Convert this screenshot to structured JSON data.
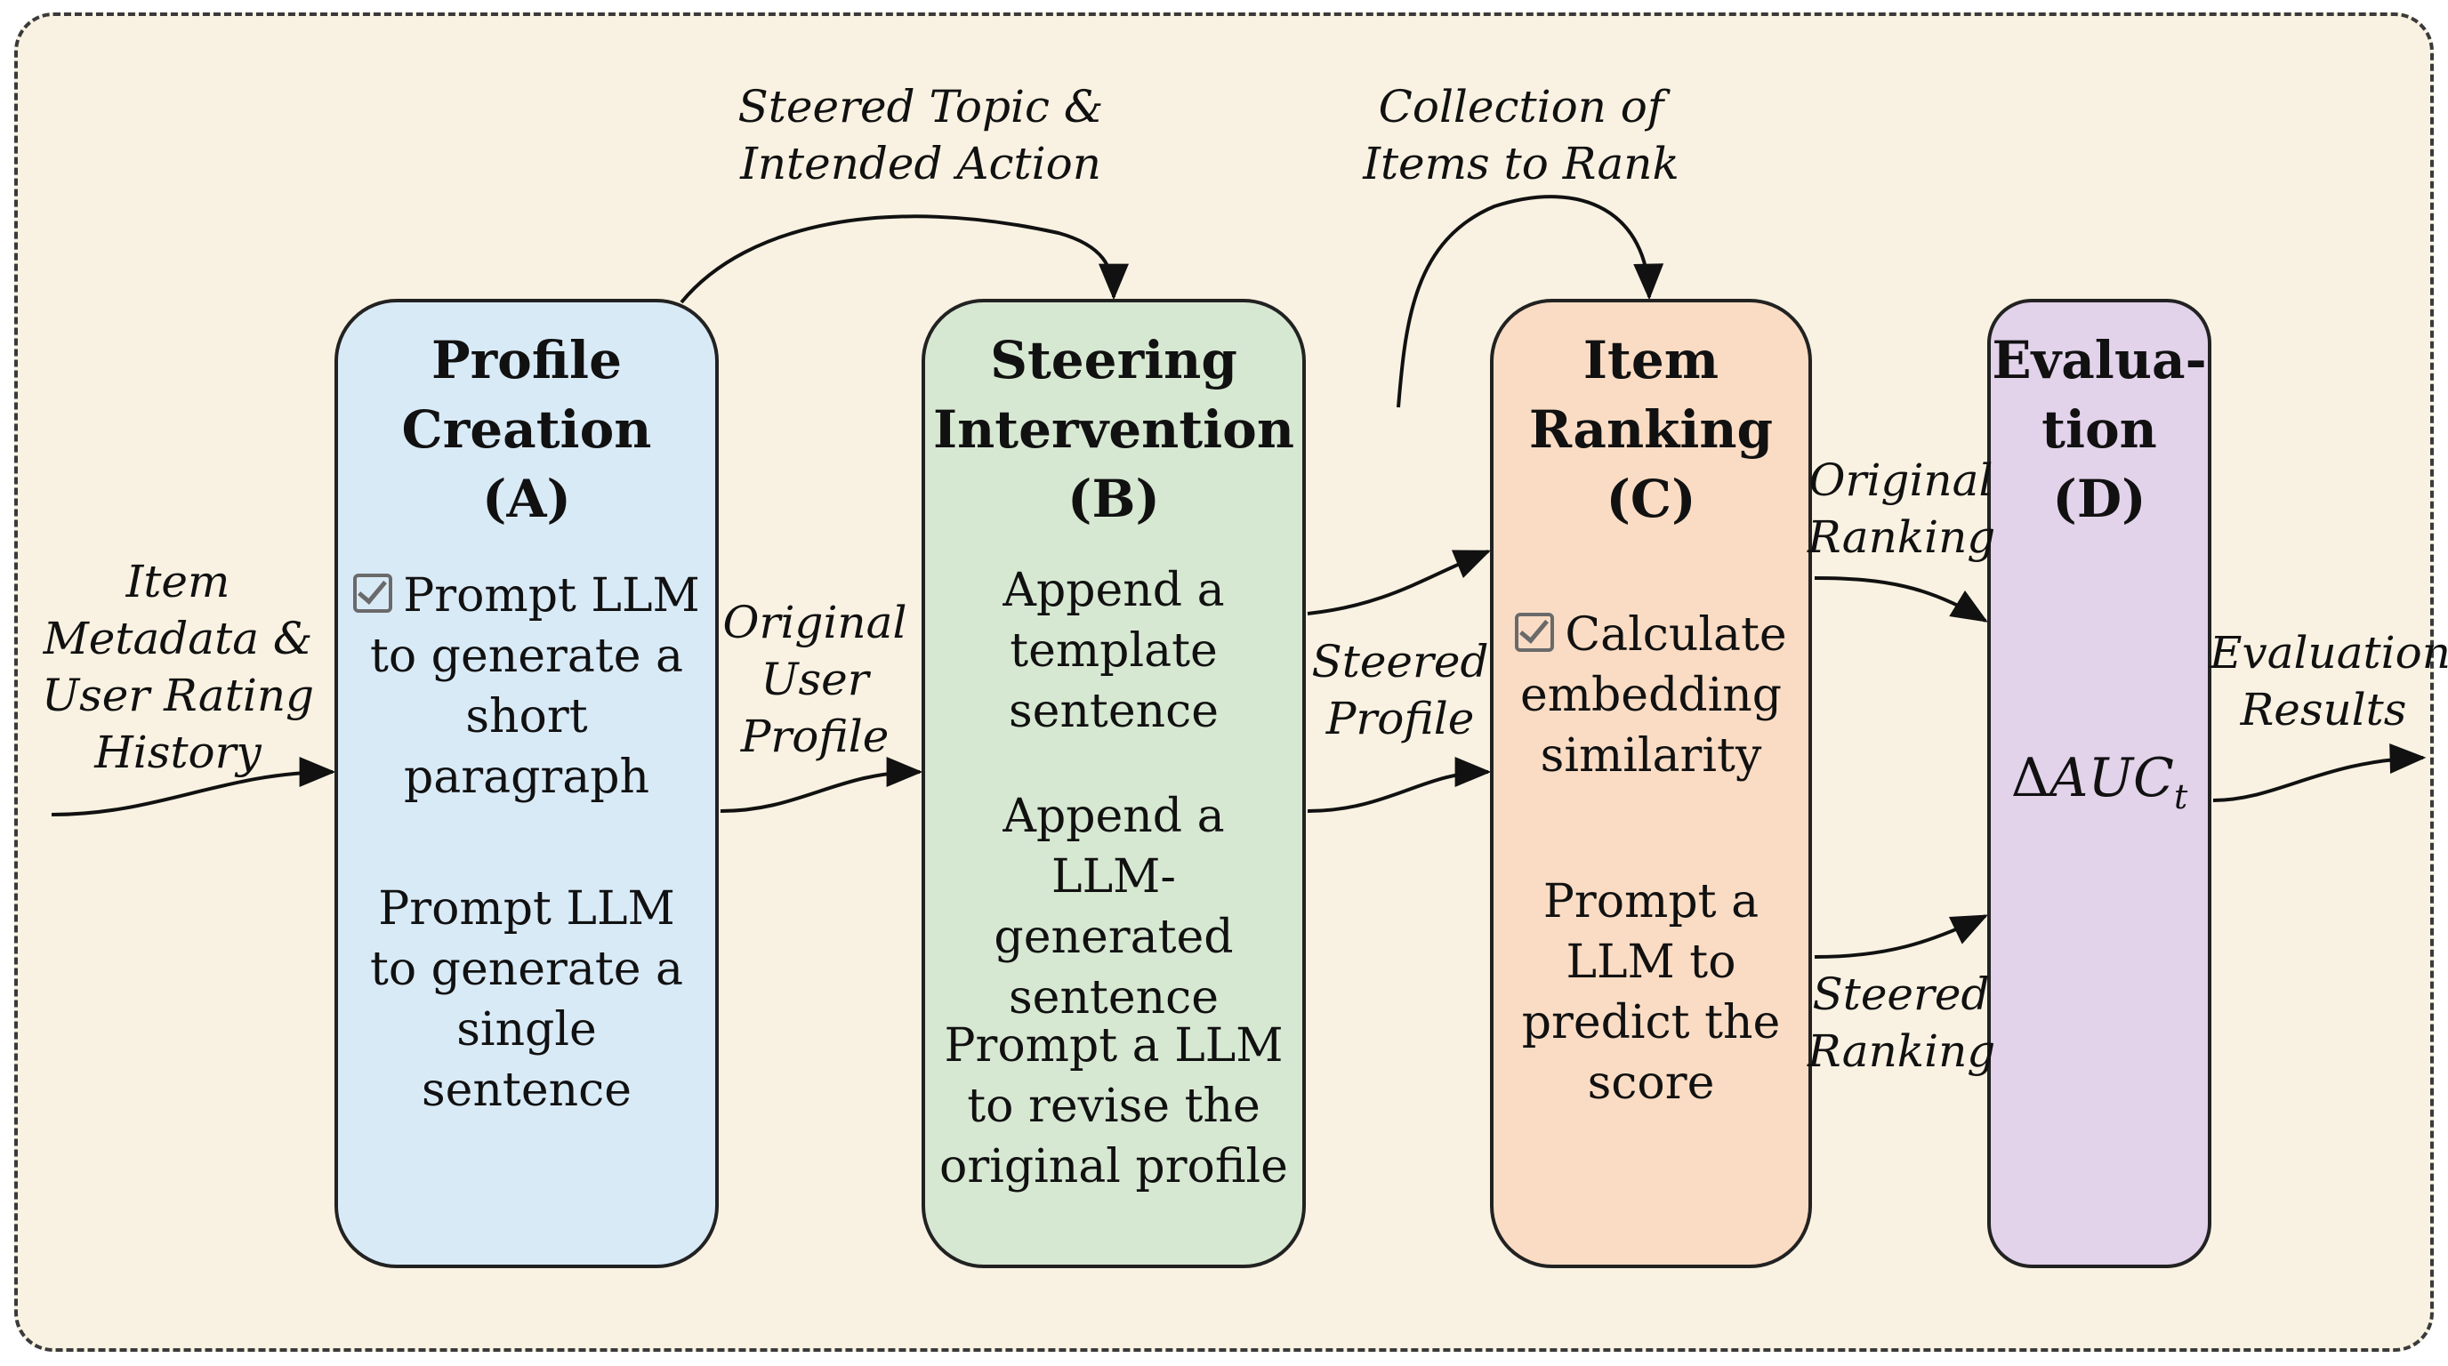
{
  "stages": {
    "a": {
      "title": "Profile\nCreation\n(A)",
      "item1": "Prompt LLM\nto generate a\nshort\nparagraph",
      "item1_checked": true,
      "item2": "Prompt LLM\nto generate a\nsingle\nsentence"
    },
    "b": {
      "title": "Steering\nIntervention\n(B)",
      "item1": "Append a\ntemplate\nsentence",
      "item2": "Append a\nLLM-generated\nsentence",
      "item3": "Prompt a LLM\nto revise the\noriginal profile"
    },
    "c": {
      "title": "Item\nRanking\n(C)",
      "item1": "Calculate\nembedding\nsimilarity",
      "item1_checked": true,
      "item2": "Prompt a\nLLM to\npredict the\nscore"
    },
    "d": {
      "title": "Evalua-\ntion\n(D)",
      "formula_delta": "Δ",
      "formula_main": "AUC",
      "formula_sub": "t"
    }
  },
  "labels": {
    "input": "Item\nMetadata &\nUser Rating\nHistory",
    "steered_topic": "Steered Topic &\nIntended Action",
    "original_profile": "Original\nUser\nProfile",
    "collection": "Collection of\nItems to Rank",
    "steered_profile": "Steered\nProfile",
    "original_ranking": "Original\nRanking",
    "steered_ranking": "Steered\nRanking",
    "output": "Evaluation\nResults"
  },
  "colors": {
    "background": "#f9f2e2",
    "stage_a": "#d9eaf7",
    "stage_b": "#d7e8d2",
    "stage_c": "#fadcc4",
    "stage_d": "#e2d2ea",
    "arrows": "#111111"
  }
}
